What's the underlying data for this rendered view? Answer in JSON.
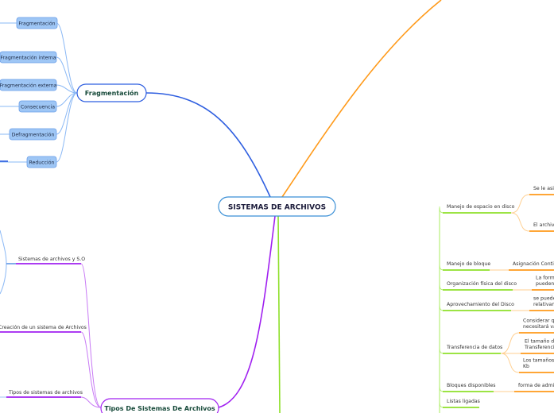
{
  "central": {
    "label": "SISTEMAS DE ARCHIVOS"
  },
  "fragmentacion": {
    "label": "Fragmentación",
    "children": [
      "Fragmentación",
      "Fragmentación interna",
      "Fragmentación externa",
      "Consecuencia",
      "Defragmentación",
      "Reducción"
    ]
  },
  "tipos": {
    "label": "Tipos De Sistemas De Archivos",
    "children": [
      "Sistemas de archivos y S.O",
      "Creación de un sistema de Archivos",
      "Tipos de sistemas de archivos"
    ]
  },
  "manejo": {
    "items": [
      {
        "label": "Manejo de espacio en disco",
        "children": [
          [
            "Se le asig"
          ],
          [
            "El archivo"
          ]
        ]
      },
      {
        "label": "Manejo de bloque",
        "children": [
          [
            "Asignación Contigu"
          ]
        ]
      },
      {
        "label": "Organización física del disco",
        "children": [
          [
            "La forma",
            "pueden"
          ]
        ]
      },
      {
        "label": "Aprovechamiento del Disco",
        "children": [
          [
            "se puede",
            "relativam"
          ]
        ]
      },
      {
        "label": "Transferencia de datos",
        "children": [
          [
            "Considerar qu",
            "necesitará var"
          ],
          [
            "El tamaño de",
            "Transferencia"
          ],
          [
            "Los tamaños",
            "Kb"
          ]
        ]
      },
      {
        "label": "Bloques disponibles",
        "children": [
          [
            "forma de admini"
          ]
        ]
      },
      {
        "label": "Listas ligadas",
        "children": []
      }
    ]
  },
  "colors": {
    "blue": "#2f5fe0",
    "lightblue": "#9ec6f5",
    "purple": "#a020f0",
    "green": "#8ee02a",
    "orange": "#ff9a1a",
    "text": "#174a3a"
  }
}
